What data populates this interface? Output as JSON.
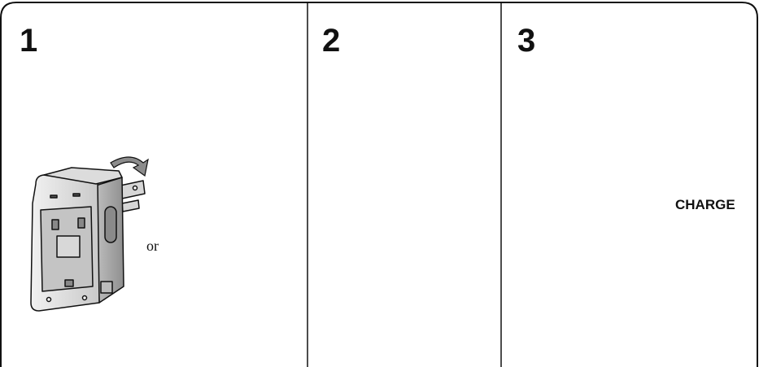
{
  "steps": [
    {
      "number": "1"
    },
    {
      "number": "2"
    },
    {
      "number": "3"
    }
  ],
  "labels": {
    "or": "or",
    "charge": "CHARGE"
  },
  "colors": {
    "outline": "#111111",
    "body_fill": "#e6e6e6",
    "body_shade": "#c8c8c8",
    "dark_fill": "#a9a9a9",
    "arrow_fill": "#8c8c8c",
    "background": "#ffffff"
  },
  "icons": [
    "charger-icon",
    "plug-prong-icon",
    "power-cord-plug-icon",
    "battery-pack-icon",
    "wall-outlet-icon",
    "rotate-arrow-icon",
    "down-arrow-icon",
    "right-arrow-icon"
  ]
}
